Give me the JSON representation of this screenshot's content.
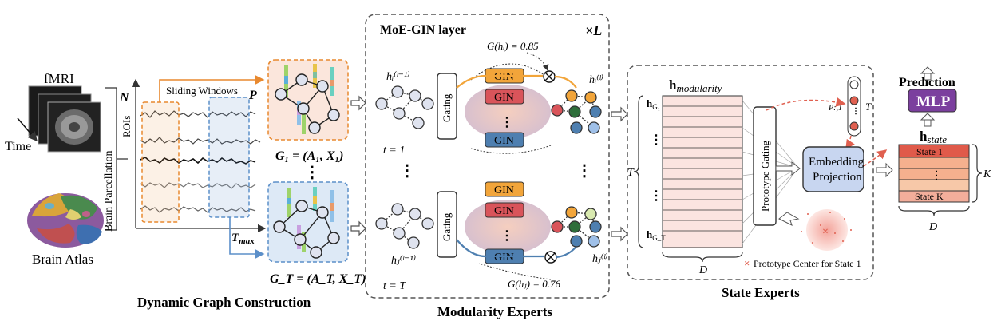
{
  "input": {
    "fmri": "fMRI",
    "time": "Time",
    "brain_atlas": "Brain Atlas",
    "brain_parcellation": "Brain Parcellation",
    "rois": "ROIs",
    "n": "N",
    "p": "P",
    "t_max": "T",
    "t_max_sub": "max",
    "sliding_windows": "Sliding Windows"
  },
  "dynamic_graph": {
    "g1": "G₁ = (A₁, X₁)",
    "gt": "G_T = (A_T, X_T)",
    "title": "Dynamic Graph Construction"
  },
  "moe": {
    "layer_title": "MoE-GIN layer",
    "times_l": "×L",
    "gate_top": "G(hᵢ) = 0.85",
    "gate_bottom": "G(hⱼ) = 0.76",
    "hi_prev": "hᵢ⁽ˡ⁻¹⁾",
    "hi": "hᵢ⁽ˡ⁾",
    "hj_prev": "hⱼ⁽ˡ⁻¹⁾",
    "hj": "hⱼ⁽ˡ⁾",
    "gating": "Gating",
    "gin": "GIN",
    "t1": "t = 1",
    "tT": "t = T",
    "title": "Modularity Experts"
  },
  "state": {
    "h_modularity": "h",
    "h_modularity_sub": "modularity",
    "h_g1": "h",
    "h_g1_sub": "G₁",
    "h_gt": "h",
    "h_gt_sub": "G_T",
    "t_label": "T",
    "d_label": "D",
    "prototype_gating": "Prototype Gating",
    "p1": "P:,1",
    "t_vec": "T",
    "embedding_line1": "Embedding",
    "embedding_line2": "Projection",
    "proto_center": "Prototype Center for State 1",
    "title": "State Experts"
  },
  "prediction": {
    "title": "Prediction",
    "mlp": "MLP",
    "h_state": "h",
    "h_state_sub": "state",
    "state1": "State 1",
    "stateK": "State K",
    "k_label": "K",
    "d_label": "D"
  },
  "colors": {
    "orange": "#e8892f",
    "blue": "#5b8fc9",
    "gin_orange": "#f2a53a",
    "gin_red": "#d9545a",
    "gin_blue": "#4e7fb0",
    "mlp_purple": "#7b3f9e",
    "embed_fill": "#c8d6f0",
    "node_light": "#dfe3ef"
  }
}
